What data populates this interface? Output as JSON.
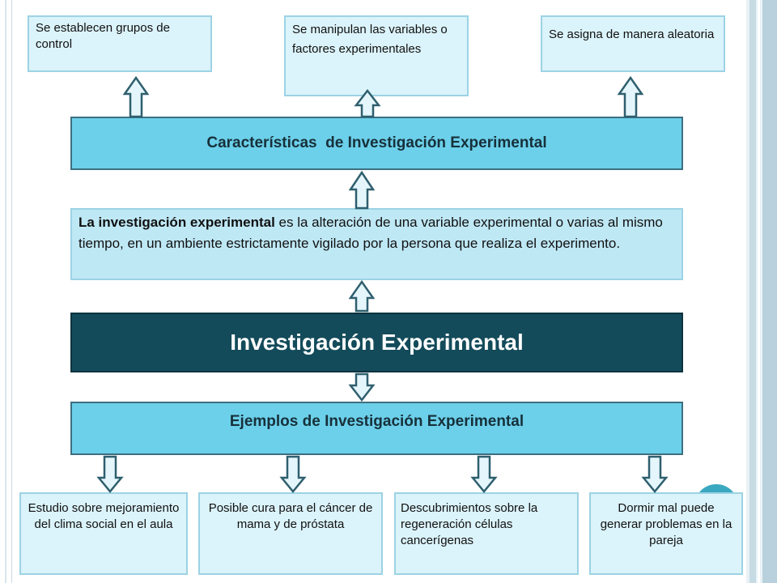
{
  "top_boxes": [
    "Se establecen grupos de control",
    "Se manipulan las variables o factores experimentales",
    "Se asigna de manera aleatoria"
  ],
  "characteristics_title": "Características  de Investigación Experimental",
  "definition": {
    "bold": "La investigación experimental",
    "rest": " es la alteración de una variable experimental o varias al mismo tiempo, en un ambiente estrictamente vigilado por la persona que realiza el experimento."
  },
  "main_title": "Investigación Experimental",
  "examples_title": "Ejemplos de Investigación Experimental",
  "examples": [
    "Estudio sobre mejoramiento del clima social en el aula",
    "Posible cura para el cáncer de mama y de próstata",
    "Descubrimientos sobre la regeneración células cancerígenas",
    "Dormir mal puede generar problemas en la pareja"
  ],
  "colors": {
    "main_bar": "#134b5a",
    "header_bar": "#6cd0ea",
    "light_box": "#dbf3fa",
    "definition_box": "#bfe8f5",
    "arrow_fill": "#e4f6fb",
    "arrow_stroke": "#2f5f6e"
  }
}
